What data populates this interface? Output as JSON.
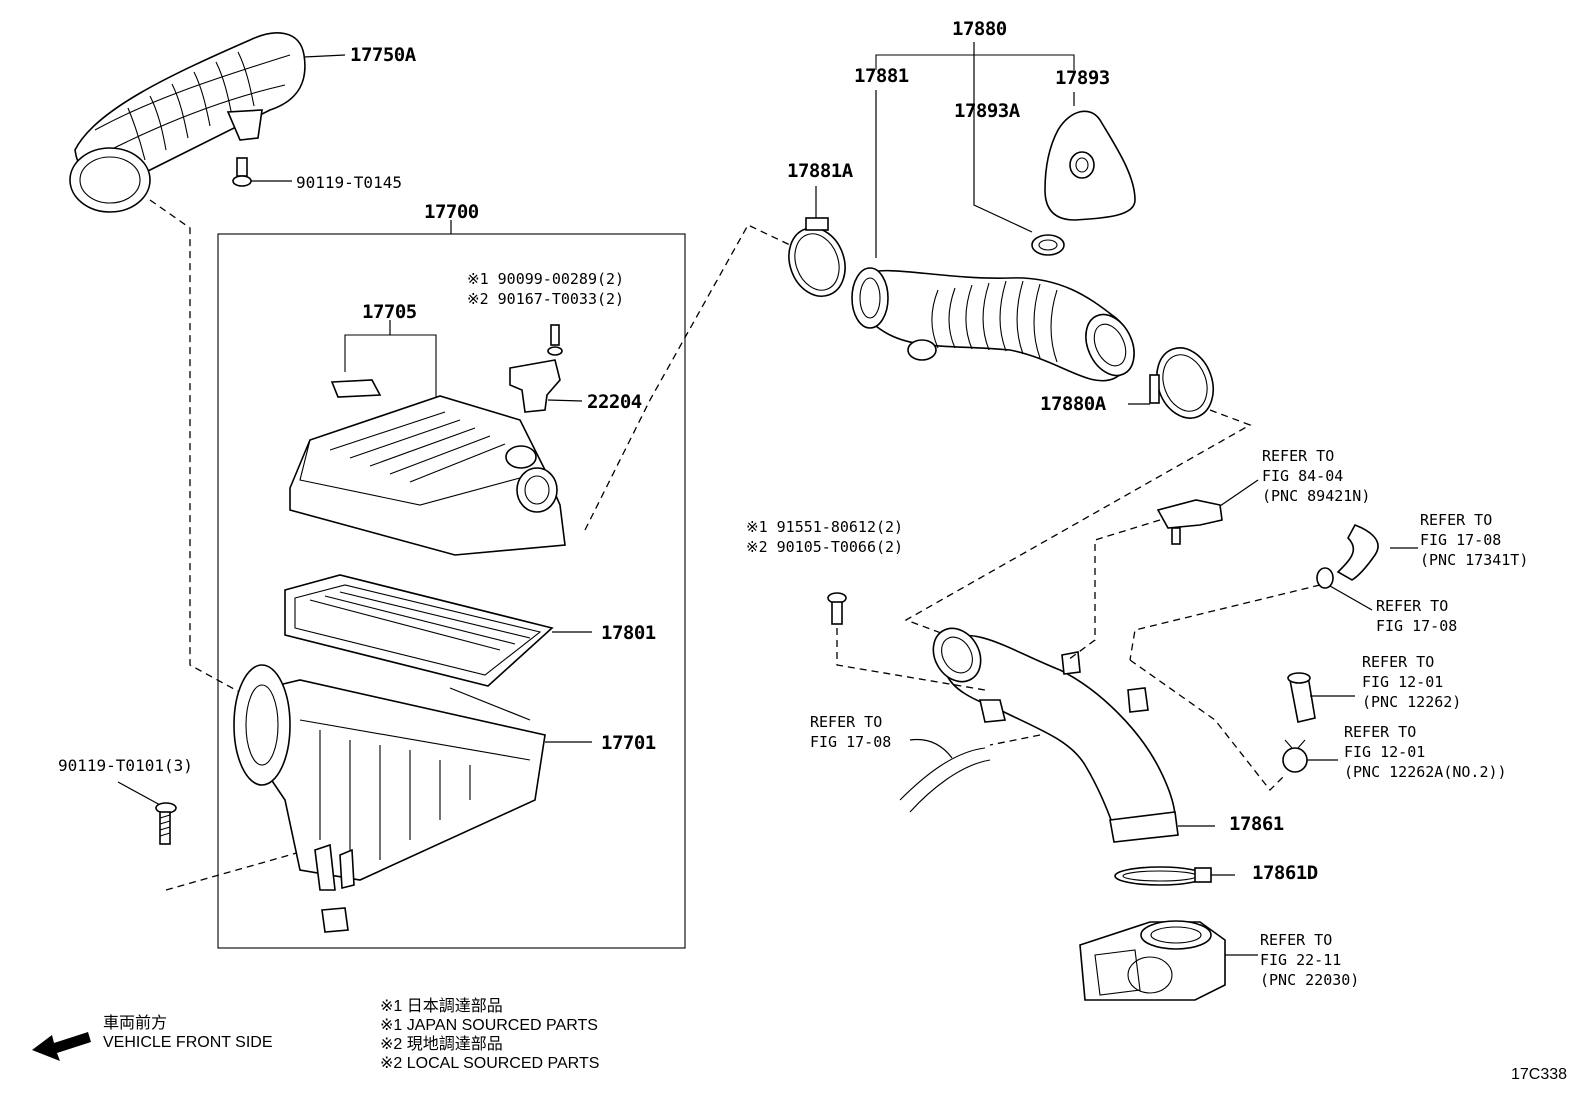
{
  "diagram": {
    "part_labels": {
      "p17750A": "17750A",
      "p90119_T0145": "90119-T0145",
      "p17700": "17700",
      "p17705": "17705",
      "bolt_22204_line1": "※1 90099-00289(2)",
      "bolt_22204_line2": "※2 90167-T0033(2)",
      "p22204": "22204",
      "p17801": "17801",
      "p17701": "17701",
      "p90119_T0101": "90119-T0101(3)",
      "p17880": "17880",
      "p17881": "17881",
      "p17893": "17893",
      "p17893A": "17893A",
      "p17881A": "17881A",
      "p17880A": "17880A",
      "bolt_17861_line1": "※1 91551-80612(2)",
      "bolt_17861_line2": "※2 90105-T0066(2)",
      "p17861": "17861",
      "p17861D": "17861D"
    },
    "references": {
      "fig84_04": "REFER TO\nFIG 84-04\n(PNC 89421N)",
      "fig17_08_hose": "REFER TO\nFIG 17-08\n(PNC 17341T)",
      "fig17_08_clip": "REFER TO\nFIG 17-08",
      "fig12_01_a": "REFER TO\nFIG 12-01\n(PNC 12262)",
      "fig12_01_b": "REFER TO\nFIG 12-01\n(PNC 12262A(NO.2))",
      "fig17_08_left": "REFER TO\nFIG 17-08",
      "fig22_11": "REFER TO\nFIG 22-11\n(PNC 22030)"
    },
    "legend": {
      "direction_jp": "車両前方",
      "direction_en": "VEHICLE FRONT SIDE",
      "note1_jp": "※1 日本調達部品",
      "note1_en": "※1 JAPAN SOURCED PARTS",
      "note2_jp": "※2 現地調達部品",
      "note2_en": "※2 LOCAL SOURCED PARTS"
    },
    "figure_code": "17C338"
  }
}
